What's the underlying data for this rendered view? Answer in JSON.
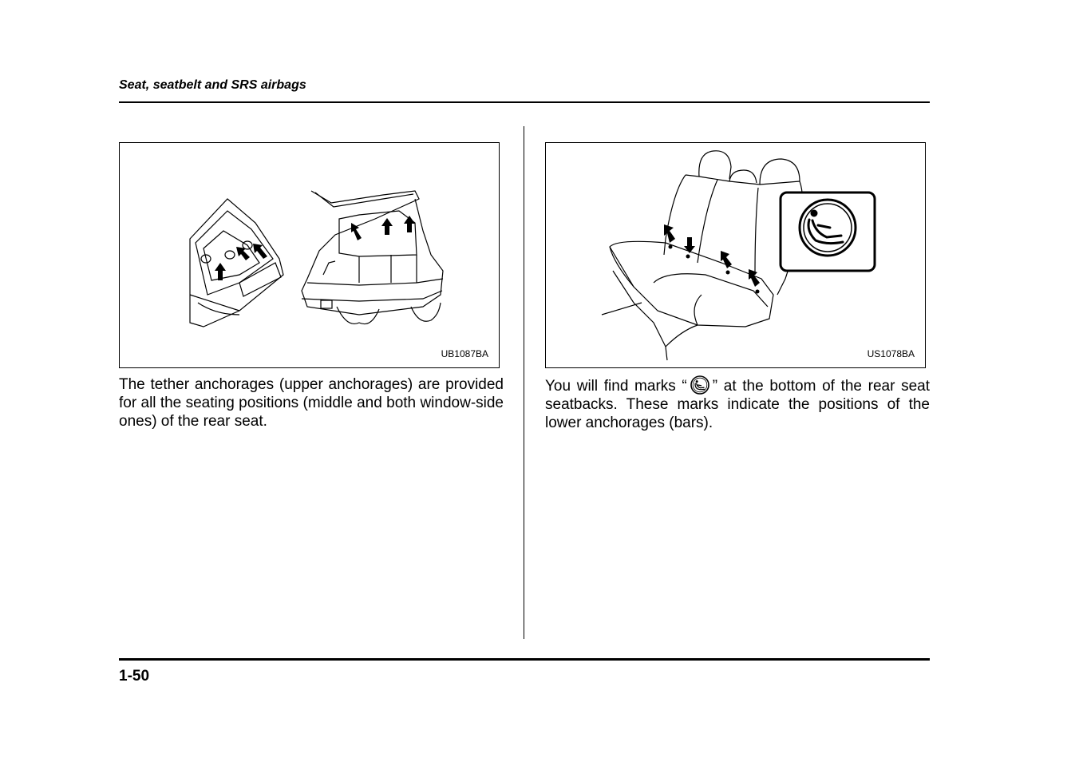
{
  "header": {
    "section_title": "Seat, seatbelt and SRS airbags"
  },
  "figures": {
    "left": {
      "code": "UB1087BA",
      "icon": "tether-anchorage-illustration"
    },
    "right": {
      "code": "US1078BA",
      "icon": "rear-seat-lower-anchorage-illustration"
    }
  },
  "paragraphs": {
    "left": "The tether anchorages (upper anchorages) are provided for all the seating positions (middle and both window-side ones) of the rear seat.",
    "right_before_icon": "You will find marks “",
    "right_after_icon": "” at the bottom of the rear seat seatbacks. These marks indicate the positions of the lower anchorages (bars)."
  },
  "footer": {
    "page_number": "1-50"
  }
}
